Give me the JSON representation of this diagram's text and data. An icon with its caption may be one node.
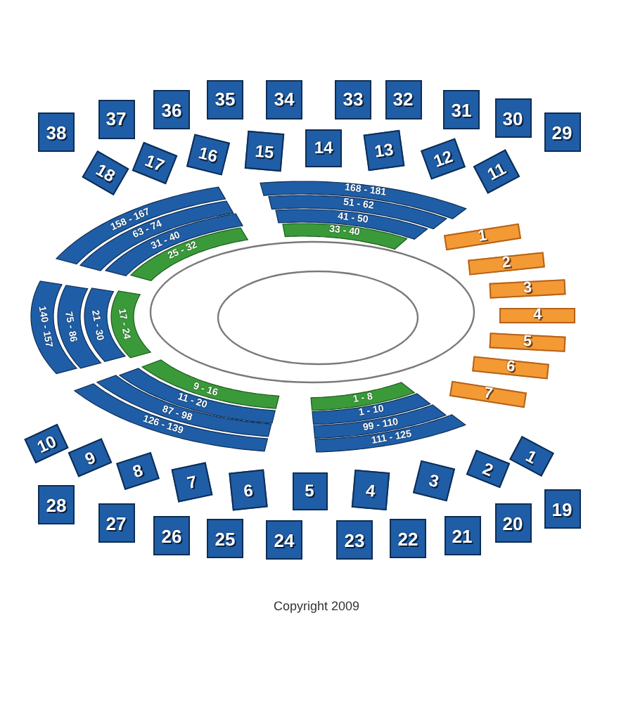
{
  "diagram": {
    "nodes": [
      {
        "text": [
          "38"
        ]
      },
      {
        "text": [
          "37"
        ]
      },
      {
        "text": [
          "36"
        ]
      },
      {
        "text": [
          "35"
        ]
      },
      {
        "text": [
          "34"
        ]
      },
      {
        "text": [
          "33"
        ]
      },
      {
        "text": [
          "32"
        ]
      },
      {
        "text": [
          "31"
        ]
      },
      {
        "text": [
          "30"
        ]
      },
      {
        "text": [
          "29"
        ]
      },
      {
        "text": [
          "18"
        ]
      },
      {
        "text": [
          "17"
        ]
      },
      {
        "text": [
          "16"
        ]
      },
      {
        "text": [
          "15"
        ]
      },
      {
        "text": [
          "14"
        ]
      },
      {
        "text": [
          "13"
        ]
      },
      {
        "text": [
          "12"
        ]
      },
      {
        "text": [
          "11"
        ]
      },
      {
        "text": [
          "158 - 167"
        ]
      },
      {
        "text": [
          "63 - 74"
        ]
      },
      {
        "text": [
          "31 - 40"
        ]
      },
      {
        "text": [
          "25 - 32"
        ]
      },
      {
        "text": [
          "168 - 181"
        ]
      },
      {
        "text": [
          "51 - 62"
        ]
      },
      {
        "text": [
          "41 - 50"
        ]
      },
      {
        "text": [
          "33 - 40"
        ]
      },
      {
        "text": [
          "140 - 157"
        ]
      },
      {
        "text": [
          "75 - 86"
        ]
      },
      {
        "text": [
          "21 - 30"
        ]
      },
      {
        "text": [
          "17 - 24"
        ]
      },
      {
        "text": [],
        "shape": "ellipse"
      },
      {
        "text": [],
        "shape": "ellipse",
        "in": 30
      },
      {
        "text": [
          "1"
        ]
      },
      {
        "text": [
          "2"
        ]
      },
      {
        "text": [
          "3"
        ]
      },
      {
        "text": [
          "4"
        ]
      },
      {
        "text": [
          "5"
        ]
      },
      {
        "text": [
          "6"
        ]
      },
      {
        "text": [
          "7"
        ]
      },
      {
        "text": [
          "9 - 16"
        ]
      },
      {
        "text": [
          "11 - 20"
        ]
      },
      {
        "text": [
          "87 - 98"
        ]
      },
      {
        "text": [
          "126 - 139"
        ]
      },
      {
        "text": [
          "1 - 8"
        ]
      },
      {
        "text": [
          "1 - 10"
        ]
      },
      {
        "text": [
          "99 - 110"
        ]
      },
      {
        "text": [
          "111 - 125"
        ]
      },
      {
        "text": [
          "10"
        ]
      },
      {
        "text": [
          "9"
        ]
      },
      {
        "text": [
          "8"
        ]
      },
      {
        "text": [
          "7"
        ]
      },
      {
        "text": [
          "6"
        ]
      },
      {
        "text": [
          "5"
        ]
      },
      {
        "text": [
          "4"
        ]
      },
      {
        "text": [
          "3"
        ]
      },
      {
        "text": [
          "2"
        ]
      },
      {
        "text": [
          "1"
        ]
      },
      {
        "text": [
          "28"
        ]
      },
      {
        "text": [
          "27"
        ]
      },
      {
        "text": [
          "26"
        ]
      },
      {
        "text": [
          "25"
        ]
      },
      {
        "text": [
          "24"
        ]
      },
      {
        "text": [
          "23"
        ]
      },
      {
        "text": [
          "22"
        ]
      },
      {
        "text": [
          "21"
        ]
      },
      {
        "text": [
          "20"
        ]
      },
      {
        "text": [
          "19"
        ]
      }
    ],
    "labels": [
      "Copyright 2009"
    ]
  }
}
